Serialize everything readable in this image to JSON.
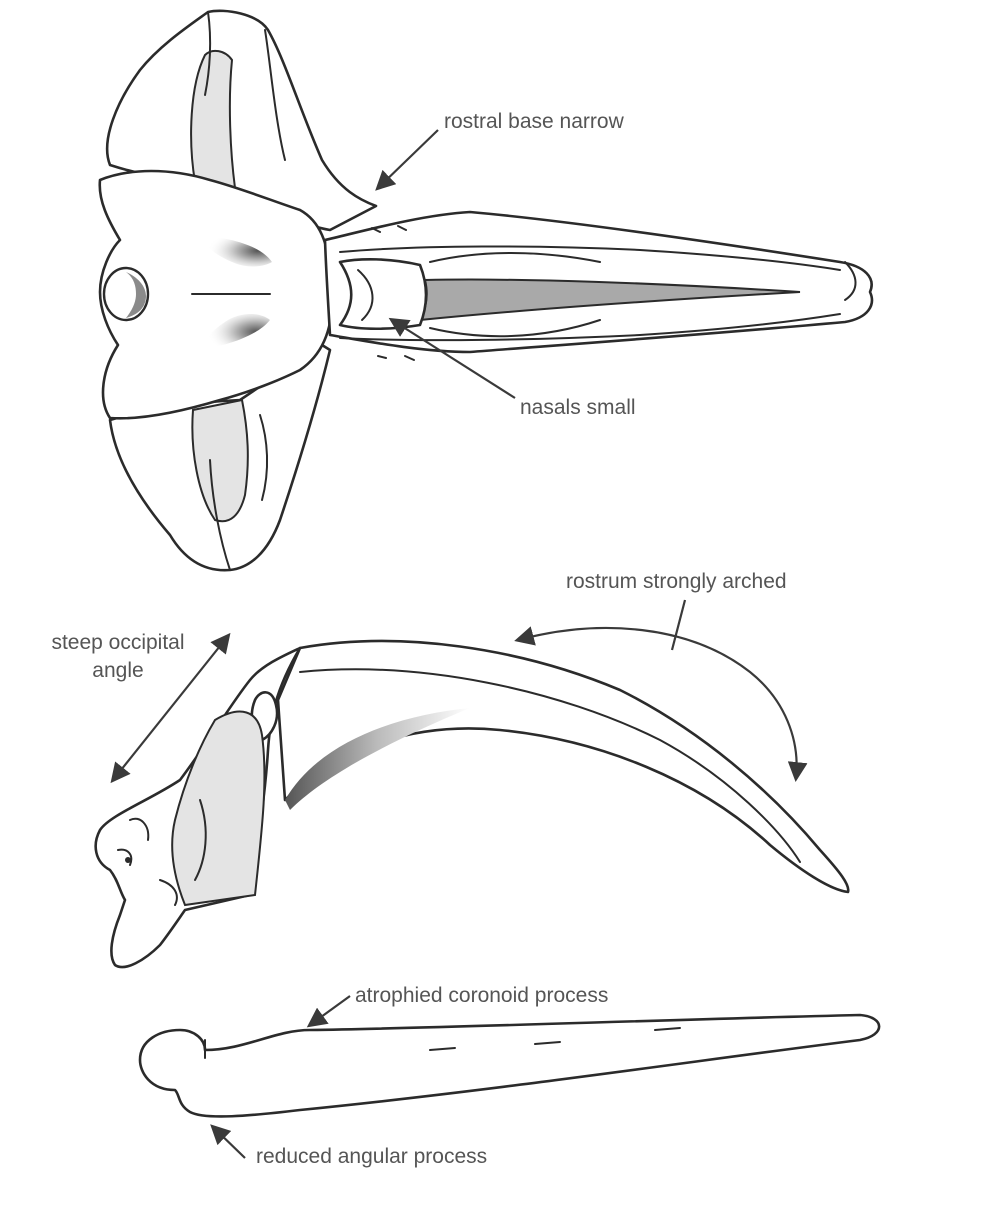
{
  "labels": {
    "rostral_base": "rostral base narrow",
    "nasals": "nasals small",
    "rostrum_arched": "rostrum strongly arched",
    "occipital_line1": "steep occipital",
    "occipital_line2": "angle",
    "coronoid": "atrophied coronoid process",
    "angular": "reduced angular process"
  },
  "colors": {
    "outline": "#2b2b2b",
    "shade": "#e4e4e4",
    "dark_shade": "#a9a9a9",
    "label_text": "#555555"
  }
}
